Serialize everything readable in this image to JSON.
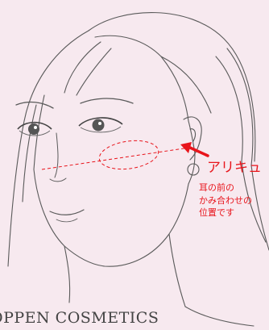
{
  "callout": {
    "title": "アリキュ",
    "lines": [
      "耳の前の",
      "かみ合わせの",
      "位置です"
    ]
  },
  "brand": {
    "name": "OPPEN COSMETICS"
  },
  "illustration": {
    "subject": "face-line-drawing"
  },
  "colors": {
    "background": "#f7e9ef",
    "line_art": "#555555",
    "accent": "#e8141b"
  }
}
